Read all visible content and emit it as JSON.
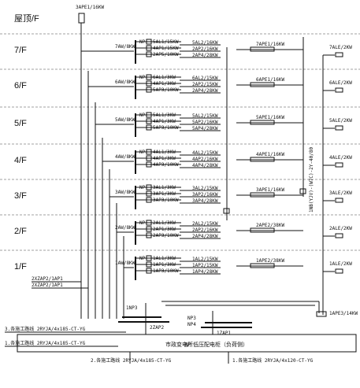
{
  "diagram": {
    "roof_label": "屋顶/F",
    "floors": [
      {
        "label": "7/F",
        "feeder": "7AW/8KW",
        "circuits": [
          "5AL1/15KW",
          "4AP1/15KW",
          "2AP5/10KW"
        ],
        "right_a": [
          "5AL2/16KW",
          "2AP2/16KW",
          "2AP4/28KW"
        ],
        "panel_top": "7APE1/16KW",
        "panel_right": "7ALE/2KW"
      },
      {
        "label": "6/F",
        "feeder": "6AW/8KW",
        "circuits": [
          "6AL1/3KW",
          "4AP1/3KW",
          "5AP3/10KW"
        ],
        "right_a": [
          "6AL2/15KW",
          "2AP2/15KW",
          "2AP4/28KW"
        ],
        "panel_top": "6APE1/16KW",
        "panel_right": "6ALE/2KW"
      },
      {
        "label": "5/F",
        "feeder": "5AW/8KW",
        "circuits": [
          "5AL1/3KW",
          "4AP1/3KW",
          "5AP3/10KW"
        ],
        "right_a": [
          "5AL2/15KW",
          "5AP2/16KW",
          "5AP4/28KW"
        ],
        "panel_top": "5APE1/16KW",
        "panel_right": "5ALE/2KW"
      },
      {
        "label": "4/F",
        "feeder": "4AW/8KW",
        "circuits": [
          "4AL1/3KW",
          "4AP1/3KW",
          "4AP3/10KW"
        ],
        "right_a": [
          "4AL2/15KW",
          "4AP2/16KW",
          "4AP4/28KW"
        ],
        "panel_top": "4APE1/16KW",
        "panel_right": "4ALE/2KW"
      },
      {
        "label": "3/F",
        "feeder": "3AW/8KW",
        "circuits": [
          "3AL1/3KW",
          "3AP1/3KW",
          "3AP3/10KW"
        ],
        "right_a": [
          "3AL2/15KW",
          "3AP2/16KW",
          "3AP4/28KW"
        ],
        "panel_top": "3APE1/16KW",
        "panel_right": "3ALE/2KW"
      },
      {
        "label": "2/F",
        "feeder": "2AW/8KW",
        "circuits": [
          "2AL1/3KW",
          "2AP1/3KW",
          "2AP3/10KW"
        ],
        "right_a": [
          "2AL2/15KW",
          "2AP2/16KW",
          "2AP4/28KW"
        ],
        "panel_top": "2APE2/38KW",
        "panel_right": "2ALE/2KW"
      },
      {
        "label": "1/F",
        "feeder": "1AW/8KW",
        "circuits": [
          "1AL1/3KW",
          "1AP1/3KW",
          "1AP3/10KW"
        ],
        "right_a": [
          "1AL2/15KW",
          "1AP2/15KW",
          "1AP4/28KW"
        ],
        "panel_top": "1APE2/38KW",
        "panel_right": "1ALE/2KW"
      }
    ],
    "top_panel": "3APE1/16KW",
    "cable_riser": "1NB(YJV)-(W7C)-2Y-40/80",
    "one_f_left": [
      "2XZAP2/1AP1",
      "2XZAP2/1AP1"
    ],
    "bus_labels": [
      "1NP3",
      "2ZAP2",
      "NP3",
      "NP4",
      "1ZAP1",
      "NP"
    ],
    "aps_label": "1APE3/14KW",
    "cables": [
      "3.各施工路线 2RYJA/4x185-CT-YG",
      "1.各施工路线 2RYJA/4x185-CT-YG",
      "2.各施工路线 2RYJA/4x185-CT-YG",
      "1.各施工路线 2RYJA/4x120-CT-YG"
    ],
    "bottom_box": "市政变电所低压配电柜（负荷侧）",
    "left_cable": "2.各施工路线 2RYJA/4x185-CT-YG",
    "right_cable": "1.各施工路线 2RYJA/4x120-CT-YG"
  }
}
